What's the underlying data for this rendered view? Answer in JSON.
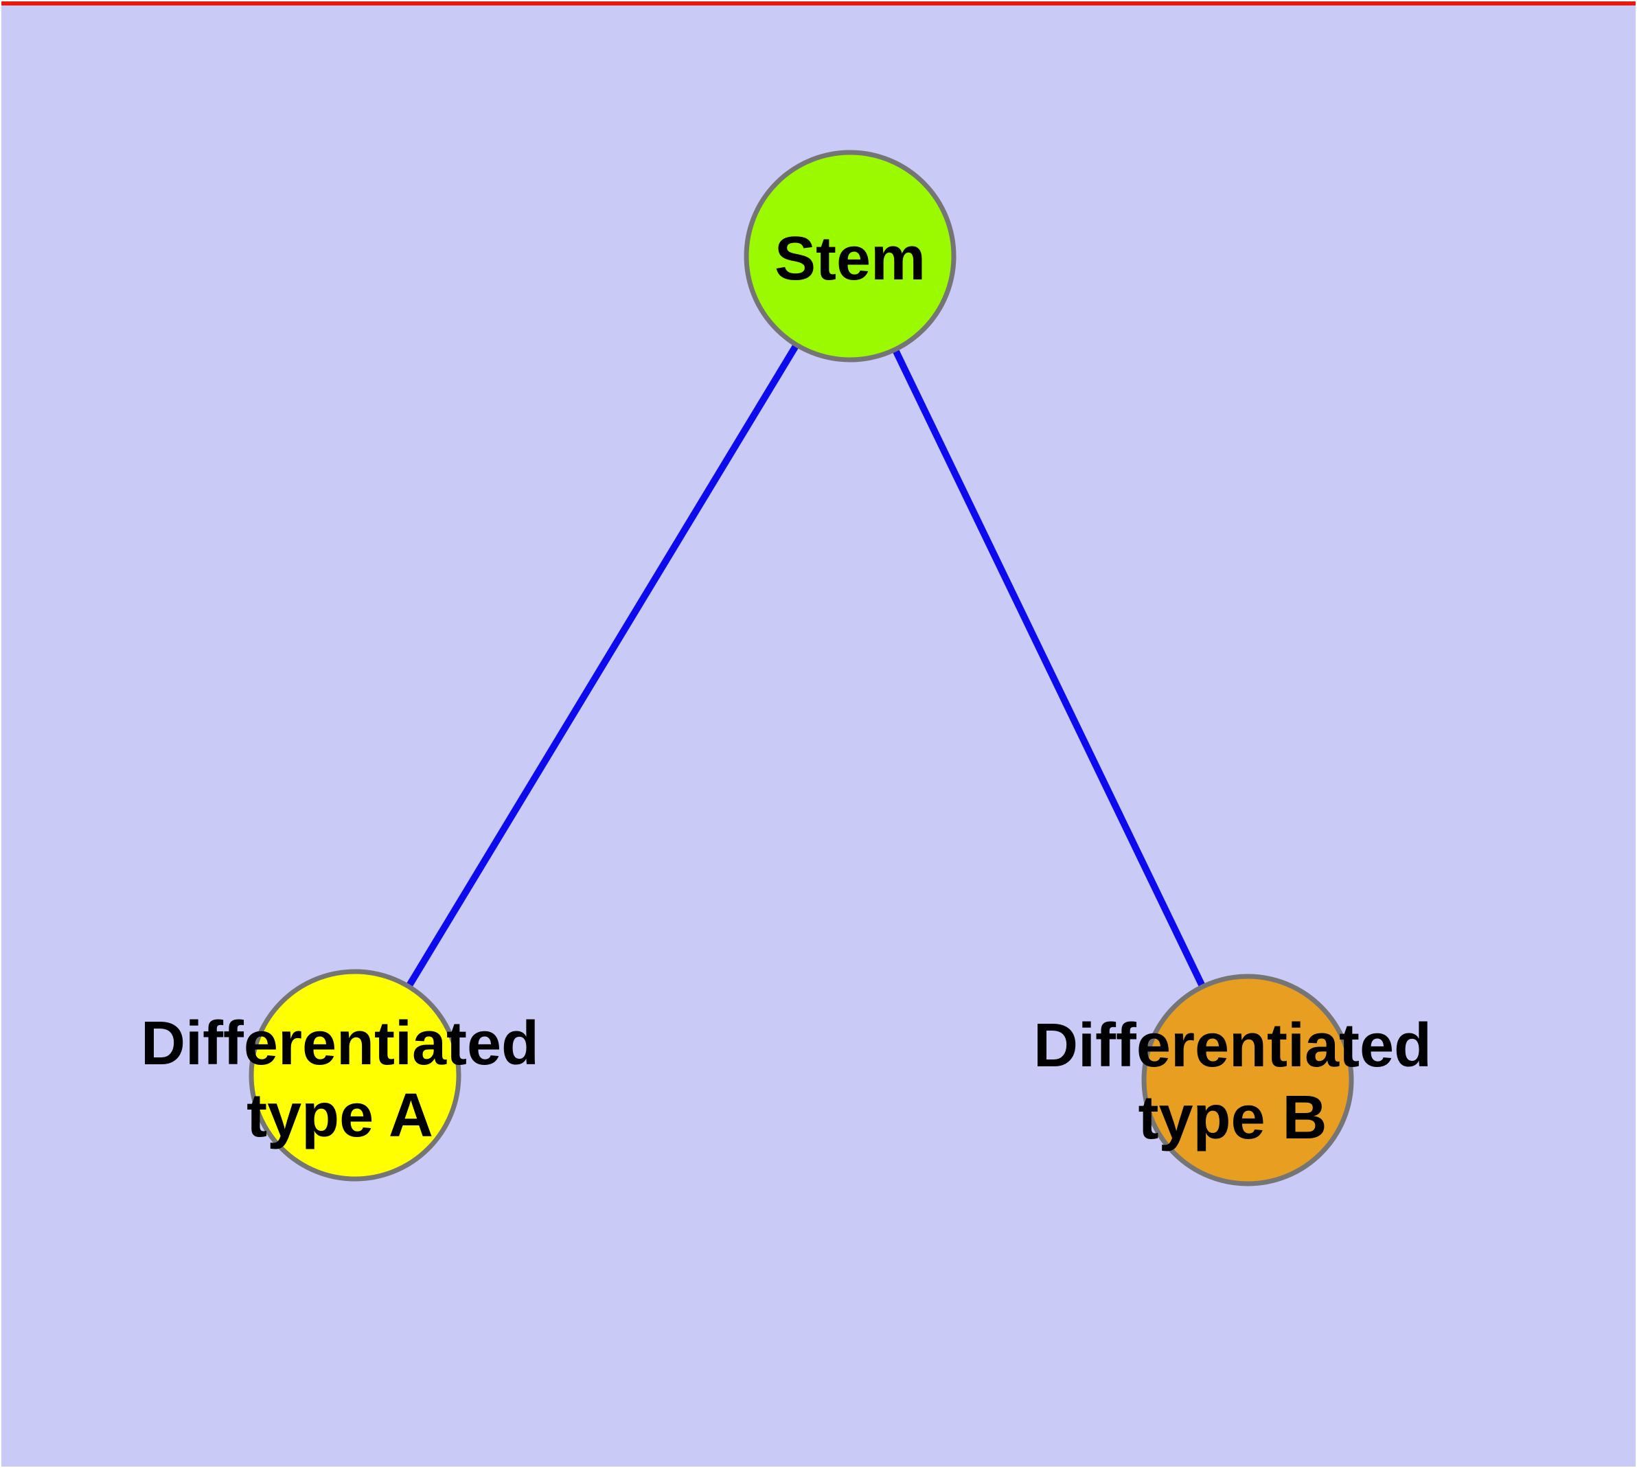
{
  "figure": {
    "background_color": "#CACAF7",
    "frame_color": "#FFFFFF",
    "top_strip_color": "#E8190F",
    "text_color": "#000000",
    "node_border_color": "#757575",
    "edge_color": "#0B0BEE"
  },
  "graph": {
    "nodes": {
      "stem": {
        "label": "Stem",
        "fill": "#9BFA00"
      },
      "type_a": {
        "label_line1": "Differentiated",
        "label_line2": "type A",
        "fill": "#FFFF00"
      },
      "type_b": {
        "label_line1": "Differentiated",
        "label_line2": "type B",
        "fill": "#E89E20"
      }
    },
    "edges": [
      {
        "from": "Stem",
        "to": "Differentiated type A"
      },
      {
        "from": "Stem",
        "to": "Differentiated type B"
      }
    ]
  }
}
